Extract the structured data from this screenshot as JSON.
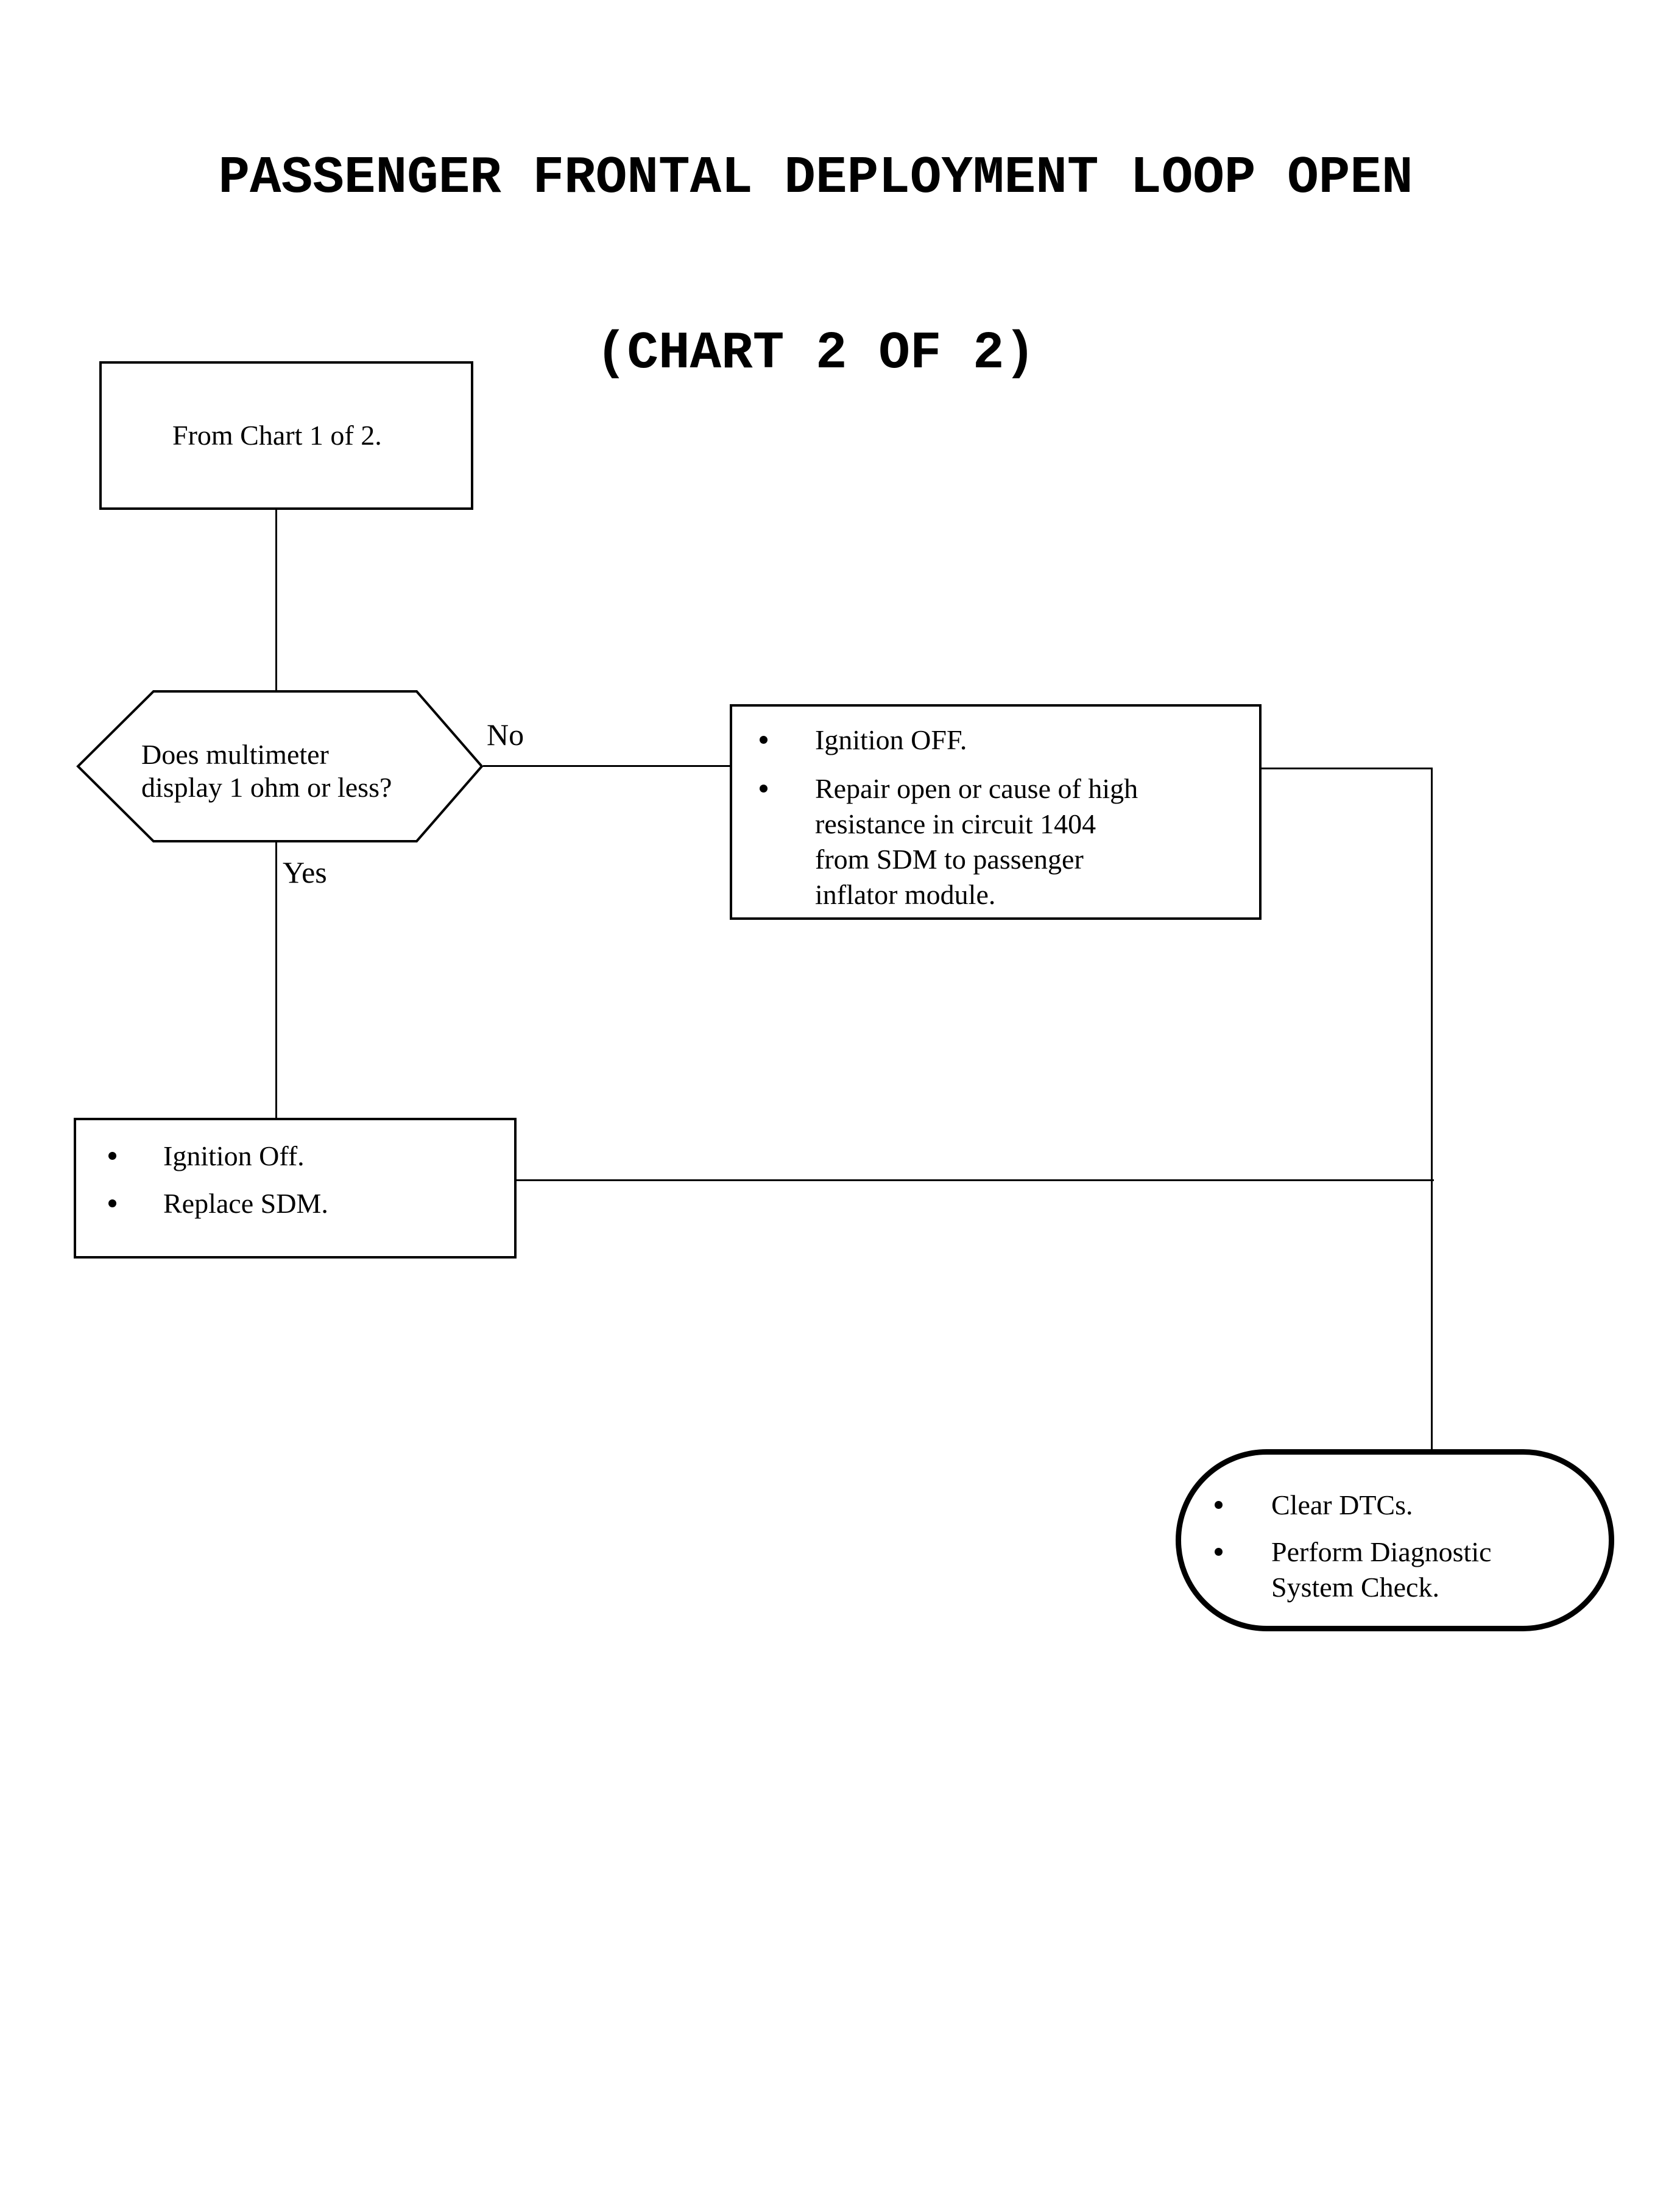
{
  "title": {
    "line1": "PASSENGER FRONTAL DEPLOYMENT LOOP OPEN",
    "line2": "(CHART 2 OF 2)"
  },
  "nodes": {
    "start": {
      "text": "From Chart 1 of 2."
    },
    "decision": {
      "lines": [
        "Does multimeter",
        "display 1 ohm or less?"
      ]
    },
    "no_action": {
      "bullets": [
        {
          "lines": [
            "Ignition OFF."
          ]
        },
        {
          "lines": [
            "Repair open or cause of high",
            "resistance in circuit 1404",
            "from SDM to passenger",
            "inflator module."
          ]
        }
      ]
    },
    "yes_action": {
      "bullets": [
        {
          "lines": [
            "Ignition Off."
          ]
        },
        {
          "lines": [
            "Replace SDM."
          ]
        }
      ]
    },
    "end": {
      "bullets": [
        {
          "lines": [
            "Clear DTCs."
          ]
        },
        {
          "lines": [
            "Perform Diagnostic",
            "System Check."
          ]
        }
      ]
    }
  },
  "edge_labels": {
    "no": "No",
    "yes": "Yes"
  },
  "colors": {
    "ink": "#000000",
    "background": "#ffffff"
  }
}
